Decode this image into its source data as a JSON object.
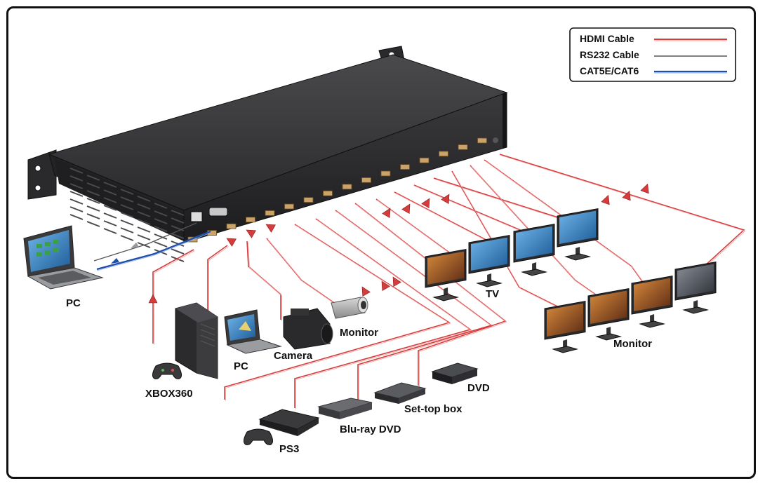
{
  "legend": {
    "items": [
      {
        "label": "HDMI Cable",
        "color": "#d63c3c"
      },
      {
        "label": "RS232 Cable",
        "color": "#333333"
      },
      {
        "label": "CAT5E/CAT6",
        "color": "#1f4fa8"
      }
    ]
  },
  "devices": {
    "pc_left": "PC",
    "xbox": "XBOX360",
    "pc_small": "PC",
    "camera": "Camera",
    "monitor_cam": "Monitor",
    "ps3": "PS3",
    "bluray": "Blu-ray DVD",
    "settop": "Set-top box",
    "dvd": "DVD",
    "tv": "TV",
    "monitor_right": "Monitor"
  },
  "colors": {
    "hdmi": "#d63c3c",
    "rs232": "#333333",
    "cat": "#1f4fa8",
    "chassis": "#2e2e30"
  }
}
